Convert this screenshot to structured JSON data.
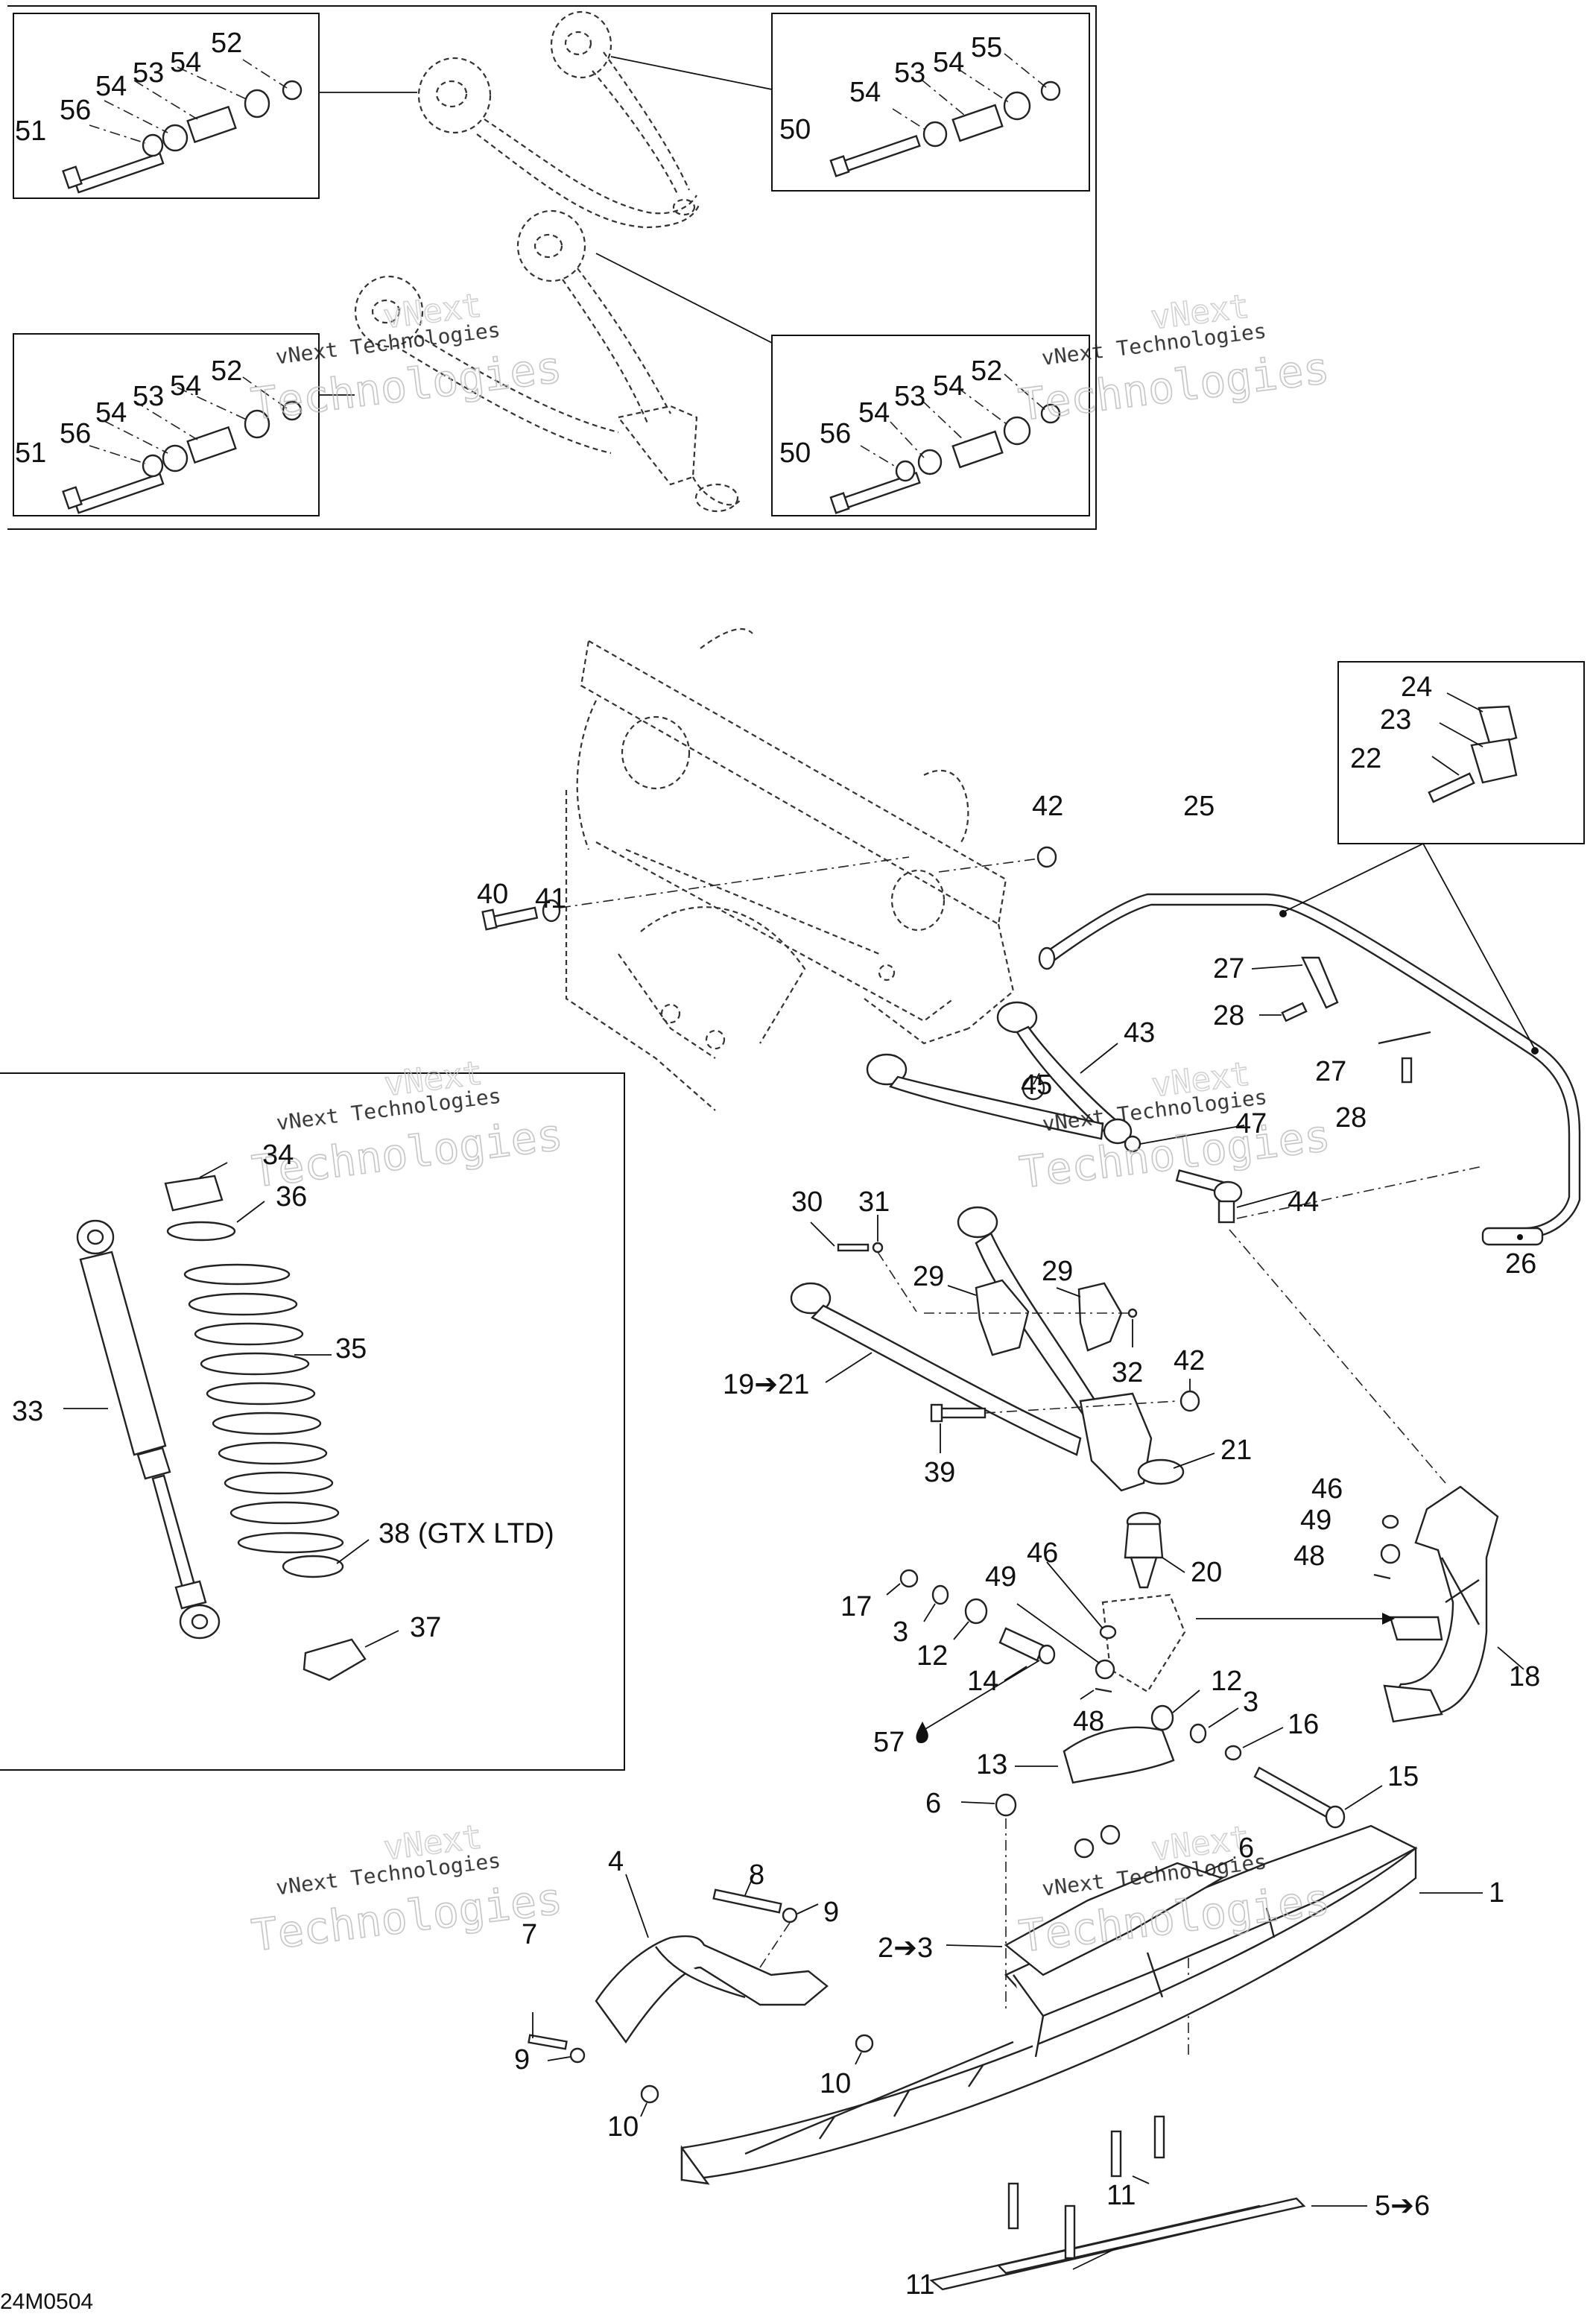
{
  "diagram_code": "24M0504",
  "watermark": {
    "line1": "vNext Technologies",
    "line2a": "vNext",
    "line2b": "Technologies"
  },
  "callouts": {
    "c1": "1",
    "c2to3": "2➔3",
    "c3a": "3",
    "c3b": "3",
    "c4": "4",
    "c5to6": "5➔6",
    "c6a": "6",
    "c6b": "6",
    "c7": "7",
    "c8": "8",
    "c9a": "9",
    "c9b": "9",
    "c10a": "10",
    "c10b": "10",
    "c11a": "11",
    "c11b": "11",
    "c12a": "12",
    "c12b": "12",
    "c13": "13",
    "c14": "14",
    "c15": "15",
    "c16": "16",
    "c17": "17",
    "c18": "18",
    "c19to21": "19➔21",
    "c20": "20",
    "c21": "21",
    "c22": "22",
    "c23": "23",
    "c24": "24",
    "c25": "25",
    "c26": "26",
    "c27a": "27",
    "c27b": "27",
    "c28a": "28",
    "c28b": "28",
    "c29a": "29",
    "c29b": "29",
    "c30": "30",
    "c31": "31",
    "c32": "32",
    "c33": "33",
    "c34": "34",
    "c35": "35",
    "c36": "36",
    "c37": "37",
    "c38": "38 (GTX LTD)",
    "c39": "39",
    "c40": "40",
    "c41": "41",
    "c42a": "42",
    "c42b": "42",
    "c43": "43",
    "c44": "44",
    "c45": "45",
    "c46a": "46",
    "c46b": "46",
    "c47": "47",
    "c48a": "48",
    "c48b": "48",
    "c49a": "49",
    "c49b": "49",
    "c57": "57"
  },
  "inset_upper_left": [
    "52",
    "54",
    "53",
    "54",
    "56",
    "51"
  ],
  "inset_upper_right": [
    "55",
    "54",
    "53",
    "54",
    "50"
  ],
  "inset_lower_left": [
    "52",
    "54",
    "53",
    "54",
    "56",
    "51"
  ],
  "inset_lower_right": [
    "52",
    "54",
    "53",
    "54",
    "56",
    "50"
  ]
}
